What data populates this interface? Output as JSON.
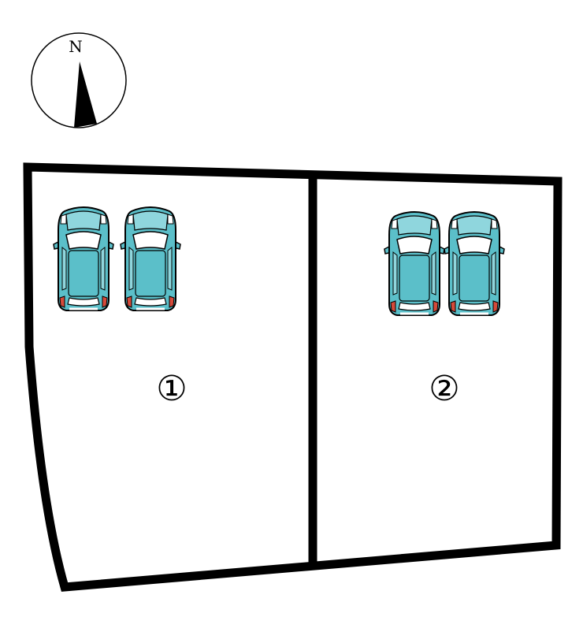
{
  "compass": {
    "label": "N",
    "icon": "north-arrow-icon"
  },
  "lots": [
    {
      "label": "①",
      "cars": 2
    },
    {
      "label": "②",
      "cars": 2
    }
  ],
  "colors": {
    "outline": "#000000",
    "car_body": "#5BBFC9",
    "car_body_light": "#8FD6DD",
    "car_glass": "#ffffff",
    "tail_light": "#D64A3A"
  }
}
